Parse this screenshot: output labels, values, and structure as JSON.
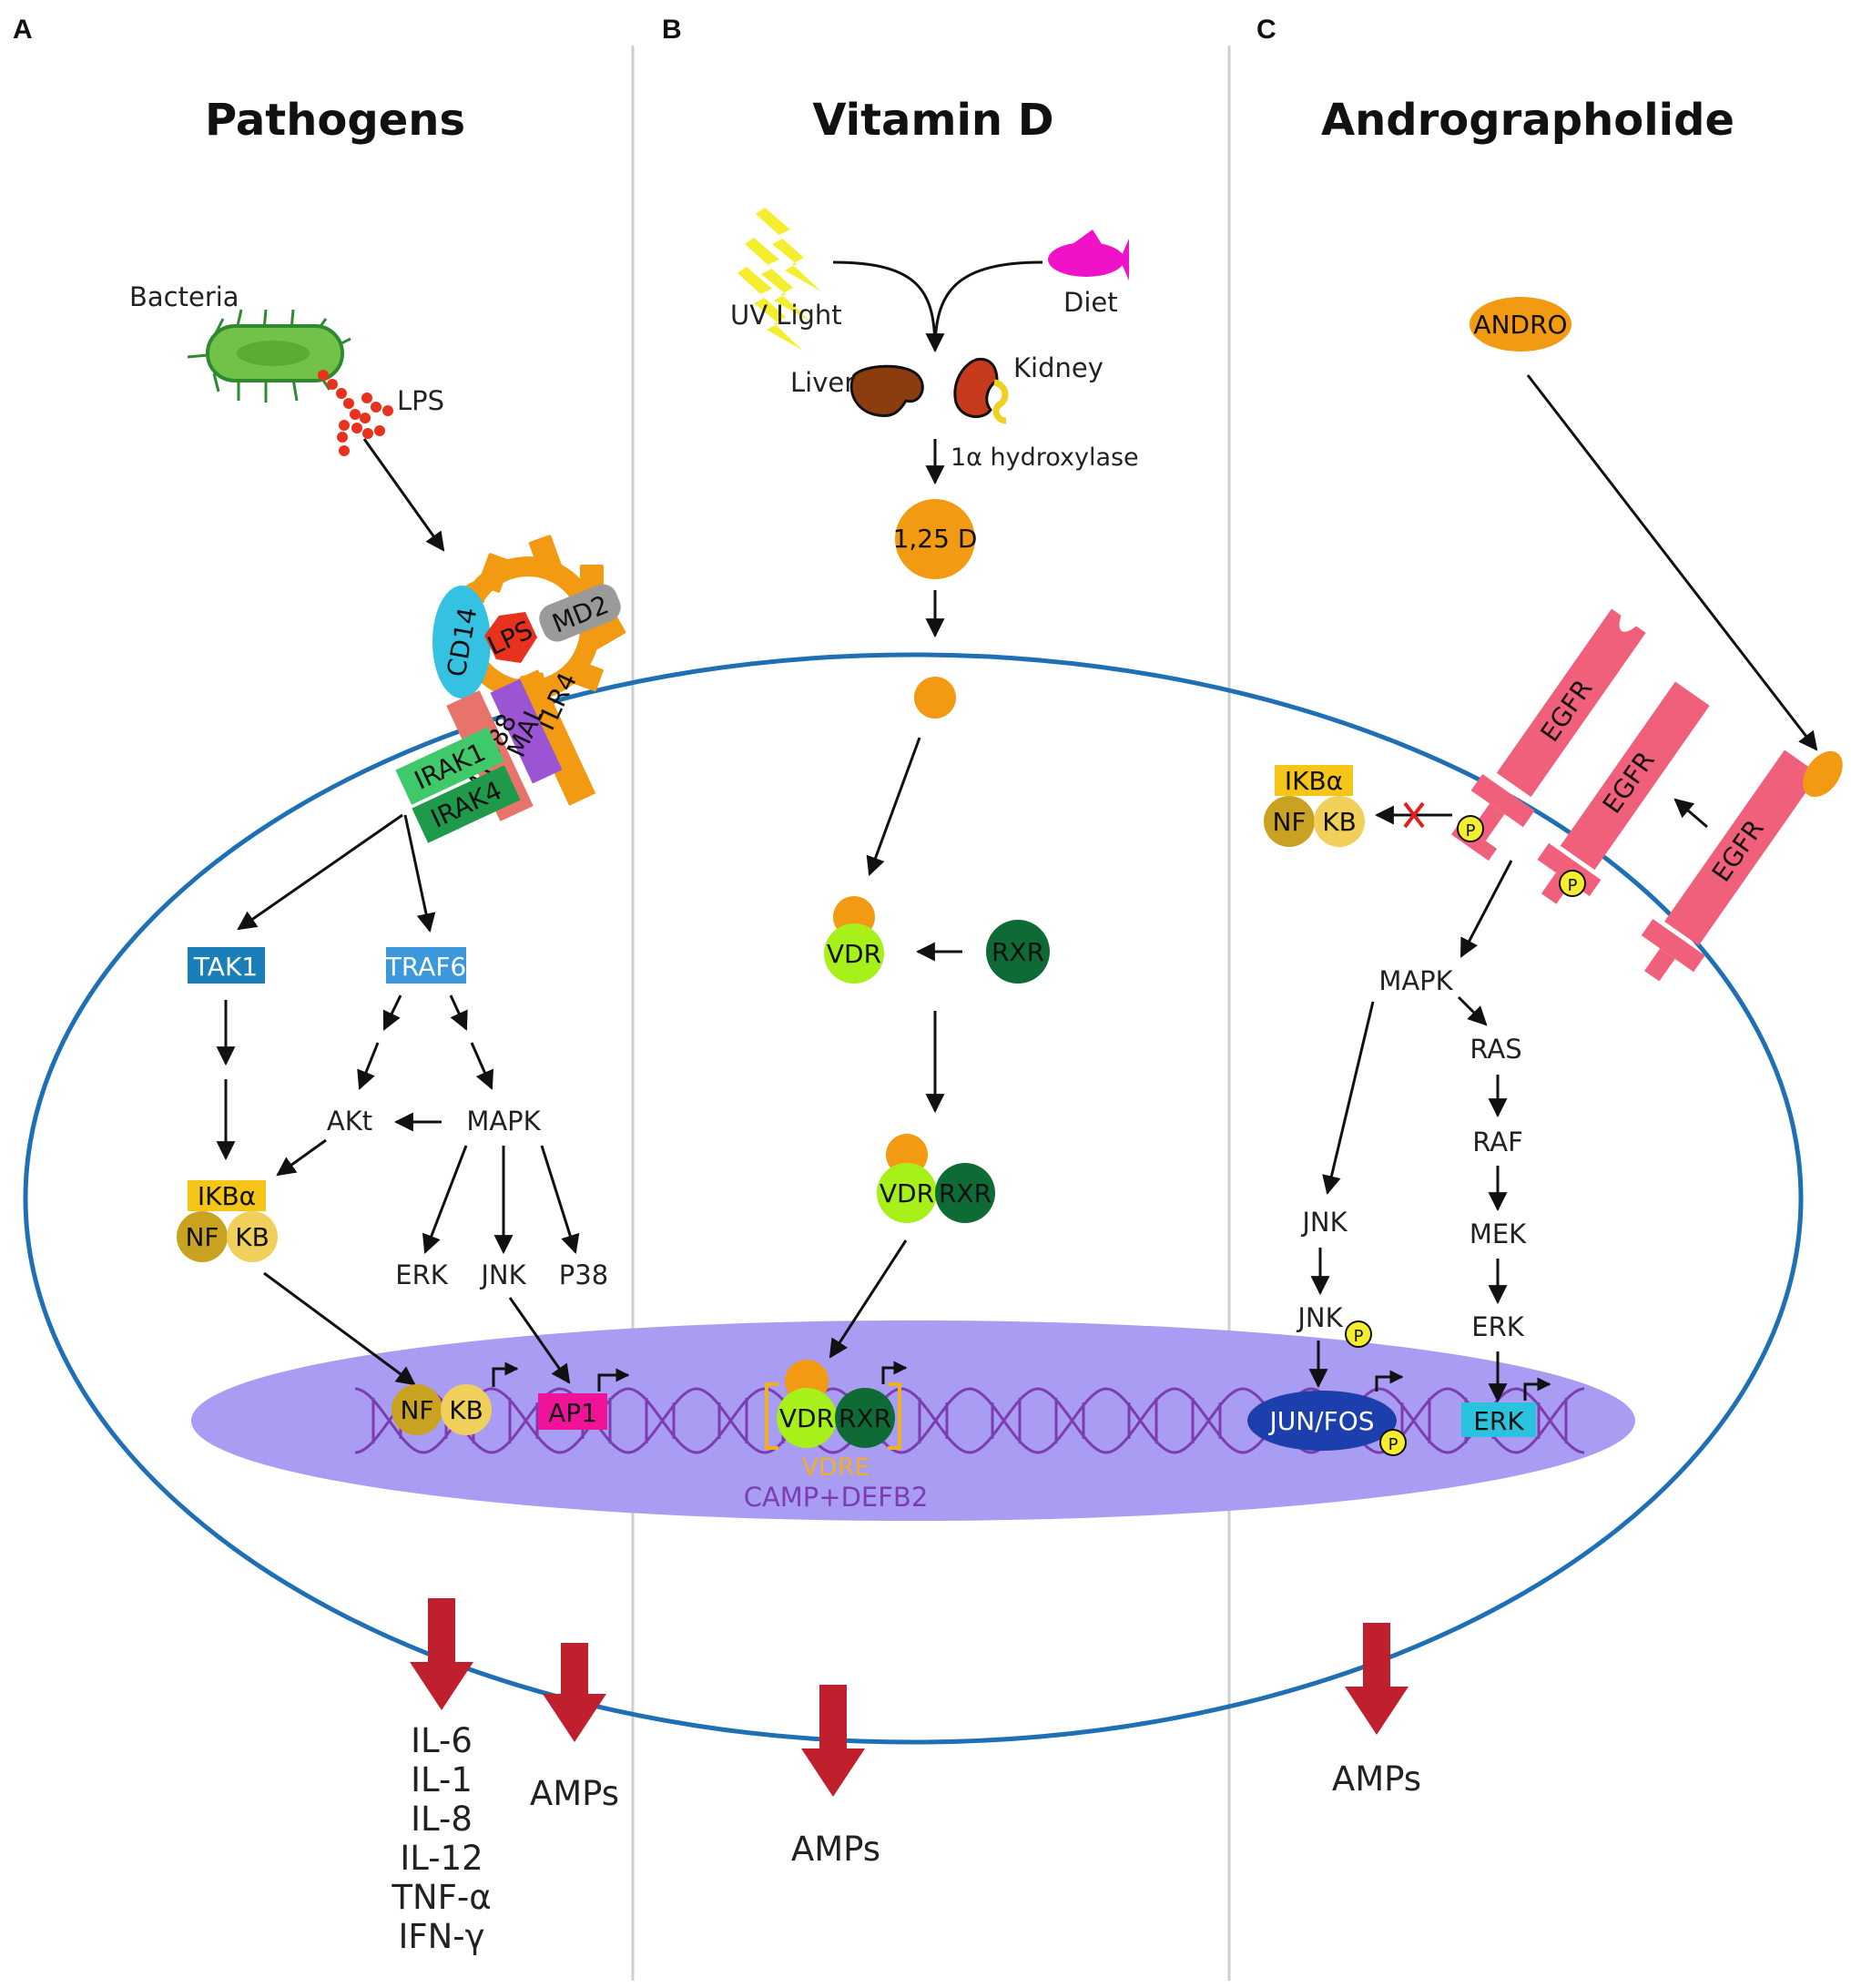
{
  "panels": {
    "a": {
      "letter": "A",
      "title": "Pathogens"
    },
    "b": {
      "letter": "B",
      "title": "Vitamin D"
    },
    "c": {
      "letter": "C",
      "title": "Andrographolide"
    }
  },
  "pathogens": {
    "bacteria": "Bacteria",
    "lps_label": "LPS",
    "receptor": {
      "cd14": "CD14",
      "lps": "LPS",
      "md2": "MD2",
      "myd88": "MYD88",
      "mal": "MAL",
      "tlr4": "TLR4",
      "irak1": "IRAK1",
      "irak4": "IRAK4"
    },
    "tak1": "TAK1",
    "traf6": "TRAF6",
    "akt": "AKt",
    "mapk": "MAPK",
    "erk": "ERK",
    "jnk": "JNK",
    "p38": "P38",
    "ikba": "IKBα",
    "nf": "NF",
    "kb": "KB",
    "nuc_nf": "NF",
    "nuc_kb": "KB",
    "ap1": "AP1",
    "outputs": [
      "IL-6",
      "IL-1",
      "IL-8",
      "IL-12",
      "TNF-α",
      "IFN-γ"
    ],
    "amps": "AMPs"
  },
  "vitamin_d": {
    "uv": "UV Light",
    "diet": "Diet",
    "liver": "Liver",
    "kidney": "Kidney",
    "hydroxylase": "1α hydroxylase",
    "d125": "1,25 D",
    "vdr": "VDR",
    "rxr": "RXR",
    "vdr2": "VDR",
    "rxr2": "RXR",
    "nuc_vdr": "VDR",
    "nuc_rxr": "RXR",
    "vdre": "VDRE",
    "genes": "CAMP+DEFB2",
    "amps": "AMPs"
  },
  "andro": {
    "andro": "ANDRO",
    "egfr": "EGFR",
    "p": "P",
    "ikba": "IKBα",
    "nf": "NF",
    "kb": "KB",
    "mapk": "MAPK",
    "ras": "RAS",
    "raf": "RAF",
    "mek": "MEK",
    "erk": "ERK",
    "jnk": "JNK",
    "jnk_p": "JNK",
    "jun_fos": "JUN/FOS",
    "nuc_erk": "ERK",
    "amps": "AMPs"
  },
  "colors": {
    "membrane": "#1f6fb5",
    "nucleus": "#a99cf3",
    "dna": "#7b3db0",
    "orange": "#f29a12",
    "out_arrow": "#c0202e",
    "egfr": "#f0607a",
    "nfkb_dark": "#c9a222",
    "nfkb_light": "#f0cf5a",
    "ikba": "#f5c518",
    "vdr": "#a8f01a",
    "rxr": "#0f6b35",
    "blue_box": "#1a7fb8",
    "magenta": "#f0139a",
    "cyan": "#29c3e0",
    "jun_fos": "#1d3fae"
  }
}
